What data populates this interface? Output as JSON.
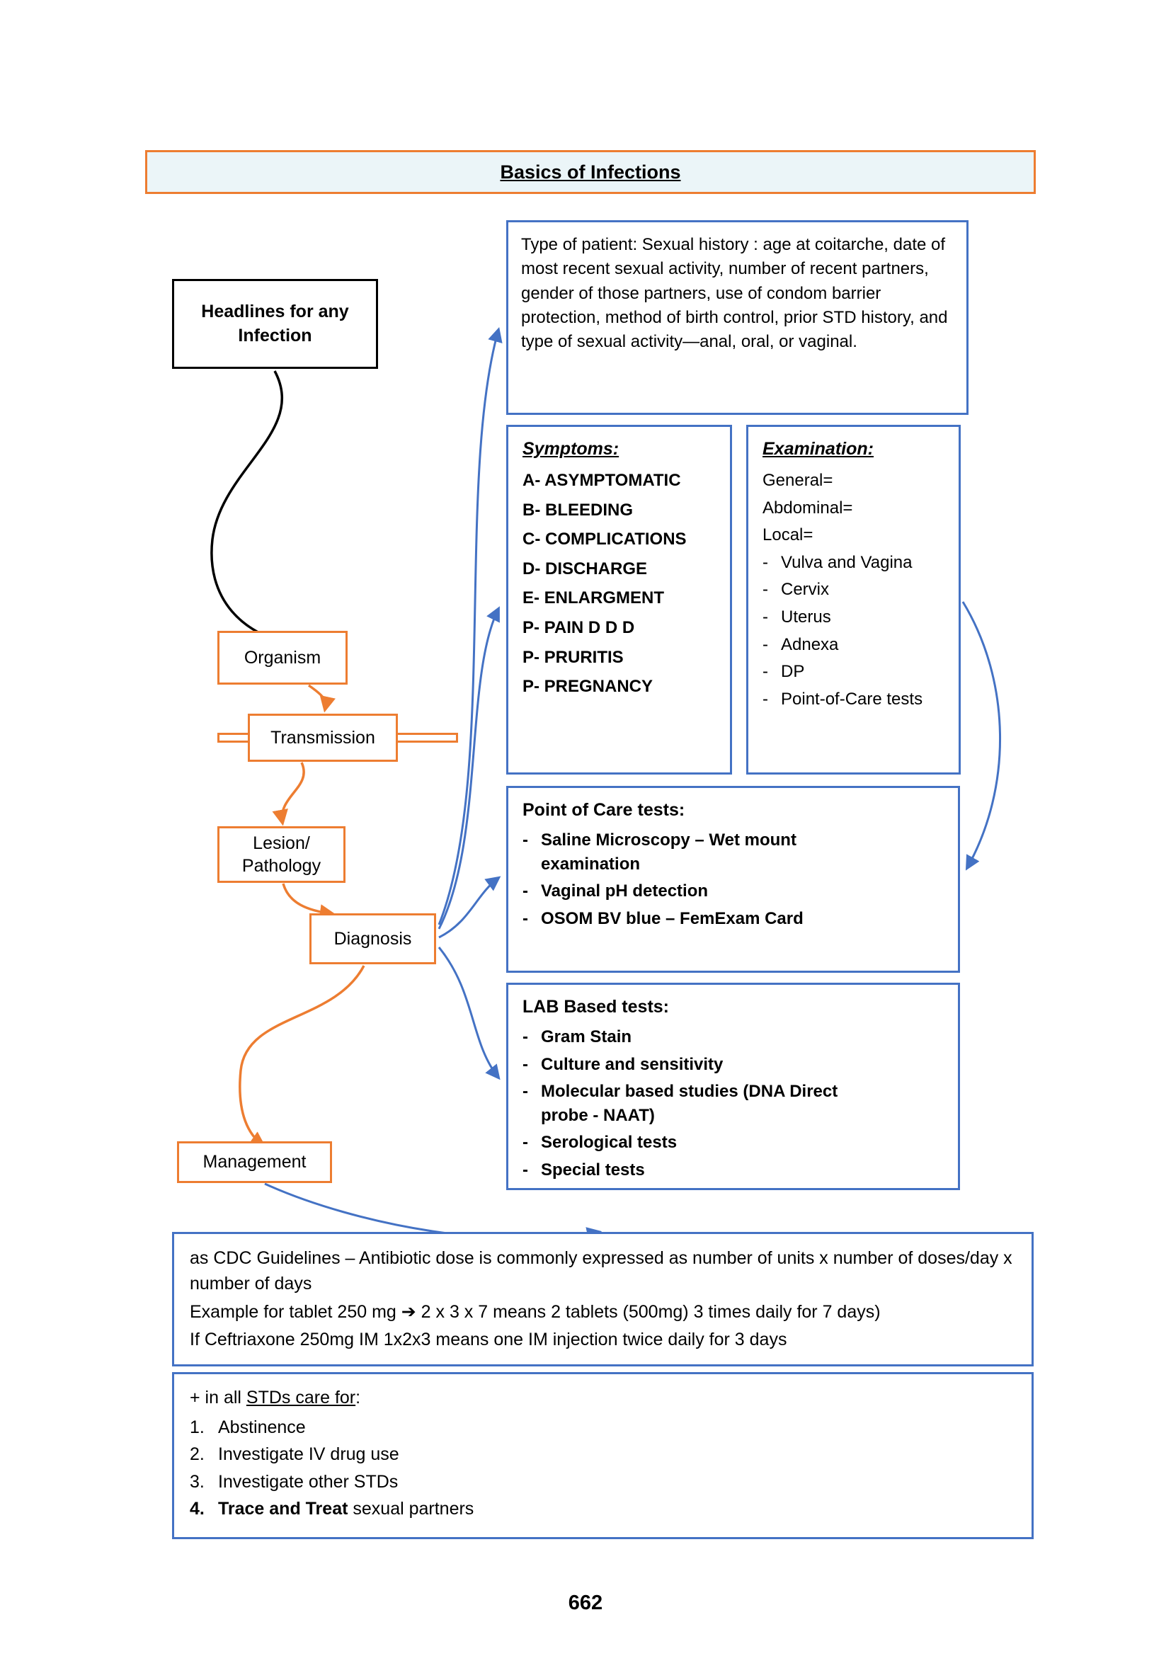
{
  "title": "Basics of Infections",
  "page_number": "662",
  "colors": {
    "orange": "#ED7D31",
    "blue": "#4472C4",
    "black": "#000000",
    "title_bg": "#EBF5F8"
  },
  "bullets": {
    "dash": "-"
  },
  "flow": {
    "headlines": "Headlines for any Infection",
    "organism": "Organism",
    "transmission": "Transmission",
    "lesion_line1": "Lesion/",
    "lesion_line2": "Pathology",
    "diagnosis": "Diagnosis",
    "management": "Management"
  },
  "patient_box": {
    "text": "Type of patient: Sexual history : age at coitarche, date of most recent sexual activity, number of recent partners, gender of those partners, use of condom barrier protection, method of birth control, prior STD history, and type of sexual activity—anal, oral, or vaginal."
  },
  "symptoms": {
    "header": "Symptoms:",
    "items": [
      "A- ASYMPTOMATIC",
      "B- BLEEDING",
      "C- COMPLICATIONS",
      "D- DISCHARGE",
      "E- ENLARGMENT",
      "P- PAIN D D D",
      "P- PRURITIS",
      "P- PREGNANCY"
    ]
  },
  "examination": {
    "header": "Examination:",
    "lines": [
      "General=",
      "Abdominal=",
      "Local="
    ],
    "items": [
      "Vulva and Vagina",
      "Cervix",
      "Uterus",
      "Adnexa",
      "DP",
      "Point-of-Care tests"
    ]
  },
  "poc": {
    "header": "Point of Care tests:",
    "items": [
      "Saline Microscopy – Wet mount examination",
      "Vaginal pH detection",
      "OSOM BV blue – FemExam Card"
    ]
  },
  "lab": {
    "header": "LAB Based tests:",
    "items": [
      "Gram Stain",
      "Culture and sensitivity",
      "Molecular based studies (DNA Direct probe - NAAT)",
      "Serological tests",
      "Special tests"
    ]
  },
  "cdc": {
    "lines": [
      "as CDC Guidelines – Antibiotic dose is commonly expressed as number of units x number of doses/day x number of days",
      "Example for tablet 250 mg ➔ 2 x 3 x 7 means 2 tablets (500mg) 3 times daily for 7 days)",
      "If Ceftriaxone 250mg IM 1x2x3 means one IM injection twice daily for 3 days"
    ]
  },
  "stds": {
    "header_prefix": "+ in all ",
    "header_underline": "STDs care for",
    "header_suffix": ":",
    "items": [
      {
        "num": "1.",
        "text": "Abstinence"
      },
      {
        "num": "2.",
        "text": "Investigate IV drug use"
      },
      {
        "num": "3.",
        "text": "Investigate other STDs"
      }
    ],
    "item4": {
      "num": "4.",
      "bold": "Trace and Treat",
      "rest": " sexual partners"
    }
  }
}
